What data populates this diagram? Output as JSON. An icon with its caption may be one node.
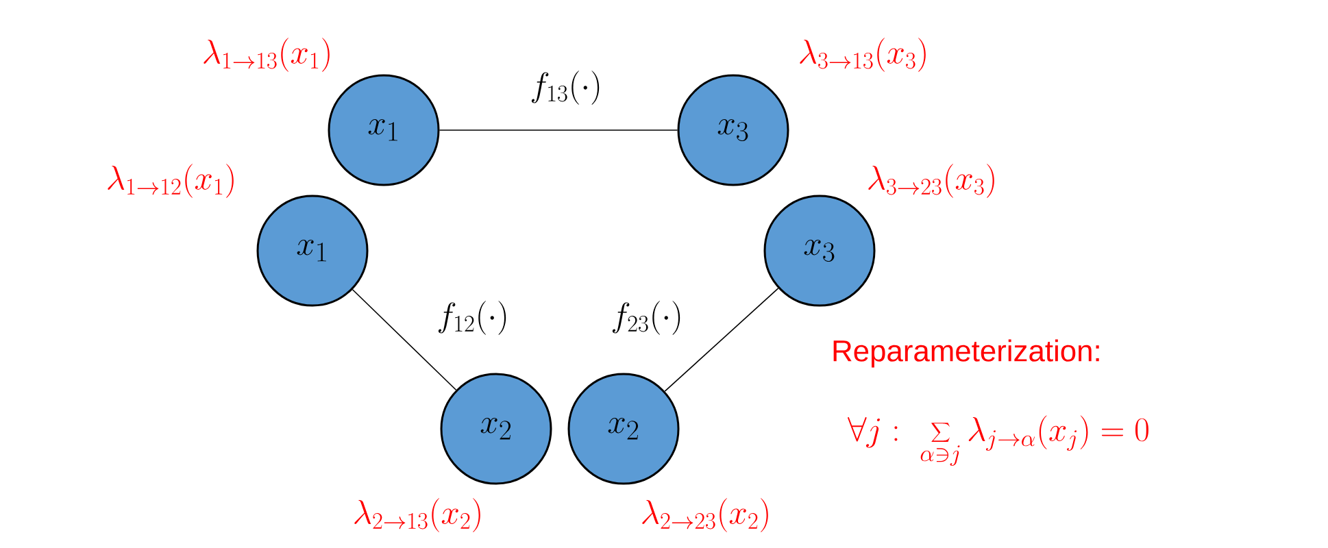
{
  "diagram": {
    "nodes": [
      {
        "text": [
          "x_1"
        ],
        "beside": [
          "\\lambda_{1\\to 13}(x_1)"
        ]
      },
      {
        "text": [
          "x_3"
        ],
        "beside": [
          "\\lambda_{3\\to 13}(x_3)"
        ]
      },
      {
        "text": [
          "x_1"
        ],
        "beside": [
          "\\lambda_{1\\to 12}(x_1)"
        ]
      },
      {
        "text": [
          "x_3"
        ],
        "beside": [
          "\\lambda_{3\\to 23}(x_3)"
        ]
      },
      {
        "text": [
          "x_2"
        ],
        "beside": [
          "\\lambda_{2\\to 13}(x_2)"
        ]
      },
      {
        "text": [
          "x_2"
        ],
        "beside": [
          "\\lambda_{2\\to 23}(x_2)"
        ]
      }
    ],
    "edges": [
      {
        "from": 0,
        "to": 1,
        "arrow": "none",
        "label": "f_{13}(\\cdot)"
      },
      {
        "from": 2,
        "to": 4,
        "arrow": "none",
        "label": "f_{12}(\\cdot)"
      },
      {
        "from": 3,
        "to": 5,
        "arrow": "none",
        "label": "f_{23}(\\cdot)"
      }
    ],
    "labels": [
      "Reparameterization:",
      "\\forall j:\\ \\sum_{\\alpha\\ni j}\\lambda_{j\\to\\alpha}(x_j)=0"
    ]
  }
}
